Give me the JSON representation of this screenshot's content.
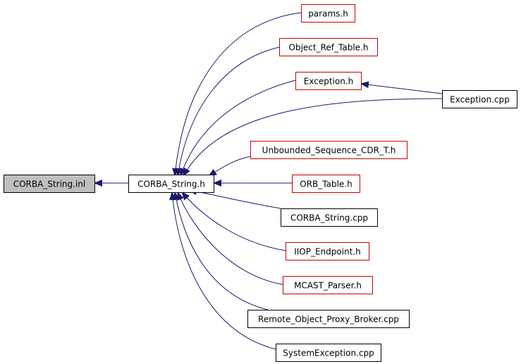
{
  "colors": {
    "edge": "#191970",
    "border_default": "#000000",
    "border_linked": "#cc0000",
    "fill_default": "#ffffff",
    "fill_root": "#bfbfbf"
  },
  "nodes": [
    {
      "id": "corba_string_inl",
      "label": "CORBA_String.inl",
      "style": "root"
    },
    {
      "id": "corba_string_h",
      "label": "CORBA_String.h",
      "style": "default"
    },
    {
      "id": "params_h",
      "label": "params.h",
      "style": "linked"
    },
    {
      "id": "object_ref_table_h",
      "label": "Object_Ref_Table.h",
      "style": "linked"
    },
    {
      "id": "exception_h",
      "label": "Exception.h",
      "style": "linked"
    },
    {
      "id": "exception_cpp",
      "label": "Exception.cpp",
      "style": "default"
    },
    {
      "id": "unbounded_sequence_cdr_t_h",
      "label": "Unbounded_Sequence_CDR_T.h",
      "style": "linked"
    },
    {
      "id": "orb_table_h",
      "label": "ORB_Table.h",
      "style": "linked"
    },
    {
      "id": "corba_string_cpp",
      "label": "CORBA_String.cpp",
      "style": "default"
    },
    {
      "id": "iiop_endpoint_h",
      "label": "IIOP_Endpoint.h",
      "style": "linked"
    },
    {
      "id": "mcast_parser_h",
      "label": "MCAST_Parser.h",
      "style": "linked"
    },
    {
      "id": "remote_object_proxy_broker_cpp",
      "label": "Remote_Object_Proxy_Broker.cpp",
      "style": "default"
    },
    {
      "id": "systemexception_cpp",
      "label": "SystemException.cpp",
      "style": "default"
    }
  ],
  "edges": [
    {
      "from": "corba_string_h",
      "to": "corba_string_inl"
    },
    {
      "from": "params_h",
      "to": "corba_string_h"
    },
    {
      "from": "object_ref_table_h",
      "to": "corba_string_h"
    },
    {
      "from": "exception_h",
      "to": "corba_string_h"
    },
    {
      "from": "exception_cpp",
      "to": "corba_string_h"
    },
    {
      "from": "exception_cpp",
      "to": "exception_h"
    },
    {
      "from": "unbounded_sequence_cdr_t_h",
      "to": "corba_string_h"
    },
    {
      "from": "orb_table_h",
      "to": "corba_string_h"
    },
    {
      "from": "corba_string_cpp",
      "to": "corba_string_h"
    },
    {
      "from": "iiop_endpoint_h",
      "to": "corba_string_h"
    },
    {
      "from": "mcast_parser_h",
      "to": "corba_string_h"
    },
    {
      "from": "remote_object_proxy_broker_cpp",
      "to": "corba_string_h"
    },
    {
      "from": "systemexception_cpp",
      "to": "corba_string_h"
    }
  ]
}
